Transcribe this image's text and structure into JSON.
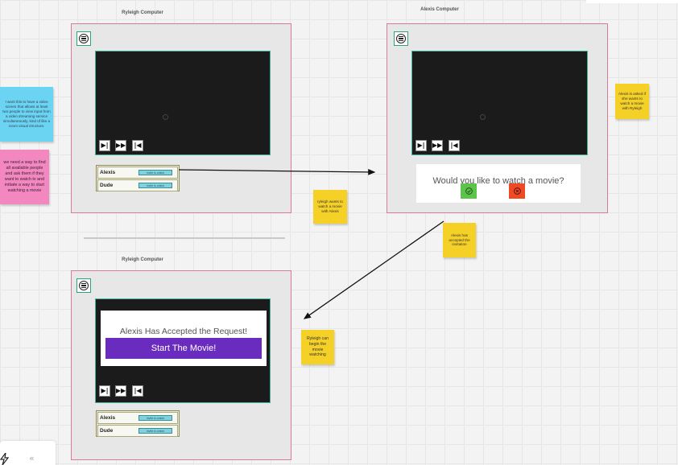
{
  "frames": {
    "ryleigh_top": {
      "title": "Ryleigh Computer"
    },
    "alexis": {
      "title": "Alexis Computer"
    },
    "ryleigh_bottom": {
      "title": "Ryleigh Computer"
    }
  },
  "controls": {
    "play": "▶|",
    "fast_forward": "▶▶",
    "restart": "|◀"
  },
  "users": [
    {
      "name": "Alexis",
      "action": "Invite to watch"
    },
    {
      "name": "Dude",
      "action": "Invite to watch"
    }
  ],
  "prompt": {
    "text": "Would you like to watch a movie?"
  },
  "accepted": {
    "text": "Alexis Has Accepted the Request!",
    "button": "Start The Movie!"
  },
  "stickies": {
    "goal": "I want this to have a video screen that allows at least two people to view input from a video streaming service simultaneously, kind of like a zoom visual structure.",
    "find_people": "we need a way to find all available people and ask them if they want to watch tv and initiate a way to start watching a movie",
    "ryleigh_wants": "ryleigh wants to watch a movie with Alexis",
    "alexis_asked": "Alexis is asked if she wants to watch a movie with Ryleigh",
    "alexis_accepted": "Alexis has accepted the invitation",
    "ryleigh_begin": "Ryleigh can begin the movie watching"
  },
  "icons": {
    "menu": "menu-circle-icon",
    "accept": "check-icon",
    "decline": "x-icon",
    "collapse": "double-chevron-left-icon",
    "tool": "lightning-icon"
  },
  "corner": {
    "collapse_label": "«"
  },
  "colors": {
    "frame_border": "#d87b9a",
    "screen_border": "#3bb49a",
    "accent_purple": "#6a2cbf",
    "accept_green": "#5cc44a",
    "decline_red": "#ef4a25",
    "sticky_yellow": "#f5d128",
    "sticky_blue": "#6ad4f2",
    "sticky_pink": "#f288bf"
  }
}
